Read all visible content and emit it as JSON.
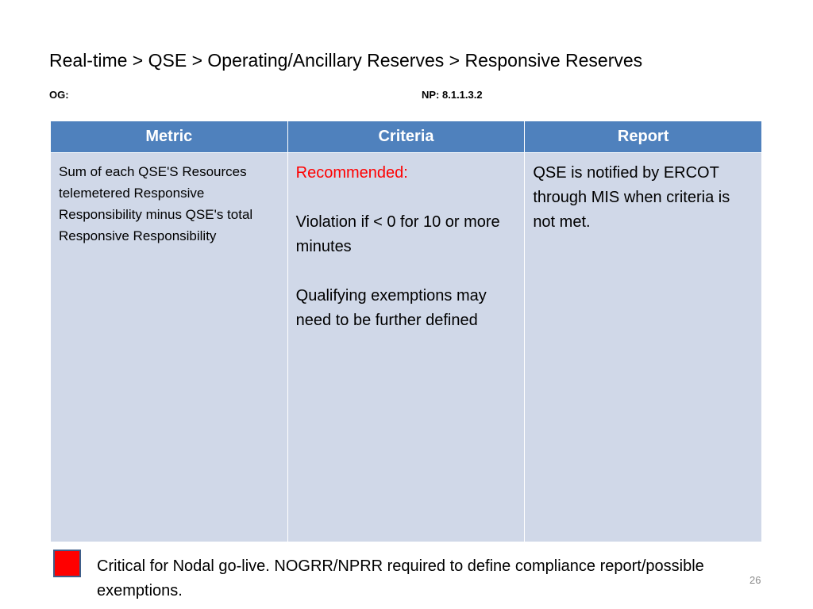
{
  "slide": {
    "title": "Real-time > QSE > Operating/Ancillary Reserves > Responsive Reserves",
    "og_label": "OG:",
    "np_label": "NP: 8.1.1.3.2",
    "page_number": "26"
  },
  "table": {
    "headers": [
      "Metric",
      "Criteria",
      "Report"
    ],
    "metric": "Sum of each QSE'S Resources telemetered Responsive Responsibility minus QSE's total Responsive Responsibility",
    "criteria": {
      "recommended": "Recommended:",
      "violation": "Violation if < 0 for 10 or more minutes",
      "exemptions": "Qualifying exemptions may need to be further defined"
    },
    "report": "QSE is notified by ERCOT through MIS when criteria is not met."
  },
  "legend": {
    "color": "#ff0000",
    "text": "Critical for Nodal go-live. NOGRR/NPRR required to define compliance report/possible exemptions."
  }
}
